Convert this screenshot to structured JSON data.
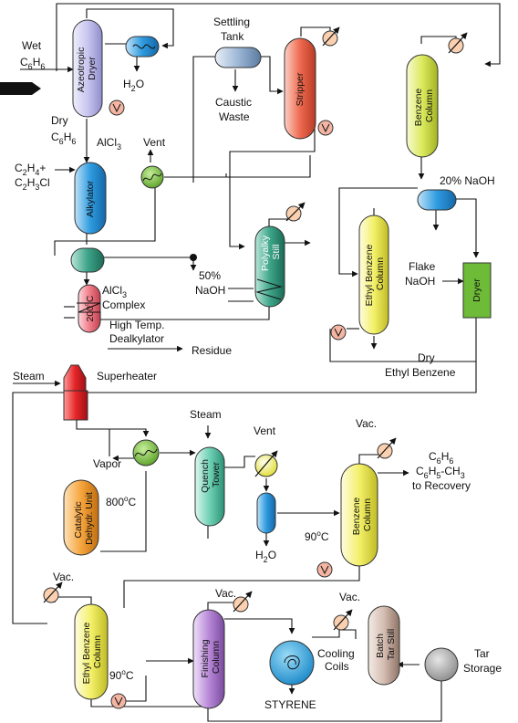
{
  "labels": {
    "wet": "Wet",
    "c6h6_a": "C",
    "sub6": "6",
    "h6": "H",
    "azeotropic_dryer": [
      "Azeotropic",
      "Dryer"
    ],
    "h2o_h": "H",
    "sub2": "2",
    "o": "O",
    "dry": "Dry",
    "alcl3": "AlCl",
    "sub3": "3",
    "settling_tank": [
      "Settling",
      "Tank"
    ],
    "caustic_waste": [
      "Caustic",
      "Waste"
    ],
    "stripper": "Stripper",
    "benzene_column": [
      "Benzene",
      "Column"
    ],
    "vent": "Vent",
    "c2h4_plus": "C",
    "c2h4_rest": "H",
    "sub4": "4",
    "plus": "+",
    "c2h3cl_rest": "Cl",
    "alkylator": "Alkylator",
    "naoh_20": "20% NaOH",
    "polyalky_still": [
      "Polyalky",
      "Still"
    ],
    "ethyl_benzene_column": [
      "Ethyl Benzene",
      "Column"
    ],
    "flake_naoh": [
      "Flake",
      "NaOH"
    ],
    "dryer": "Dryer",
    "naoh_50_pct": "50%",
    "naoh": "NaOH",
    "alcl3_complex_b": "Complex",
    "temp_200": "200",
    "deg_c": "C",
    "deg": "o",
    "high_temp": [
      "High Temp.",
      "Dealkylator"
    ],
    "residue": "Residue",
    "dry_ethyl_benzene": [
      "Dry",
      "Ethyl Benzene"
    ],
    "steam": "Steam",
    "superheater": "Superheater",
    "vapor": "Vapor",
    "catalytic_unit": [
      "Catalytic",
      "Dehydr. Unit"
    ],
    "temp_800": "800",
    "quench_tower": [
      "Quench",
      "Tower"
    ],
    "vac": "Vac.",
    "benzene_col2": [
      "Benzene",
      "Column"
    ],
    "c6h5ch3_c": "C",
    "sub5": "5",
    "ch3": "-CH",
    "to_recovery": "to Recovery",
    "temp_90": "90",
    "finishing_column": [
      "Finishing",
      "Column"
    ],
    "cooling_coils": [
      "Cooling",
      "Coils"
    ],
    "batch_tar_still": [
      "Batch",
      "Tar Still"
    ],
    "tar_storage": [
      "Tar",
      "Storage"
    ],
    "styrene": "STYRENE"
  },
  "colors": {
    "lavender": "#c9c6ef",
    "blue": "#2f9be0",
    "red_orange": "#ee6a50",
    "yellow_green": "#d8e85a",
    "yellow": "#f3f06a",
    "steel": "#9db7d6",
    "teal": "#3ea58a",
    "green": "#7ac142",
    "green_dryer": "#6dbb36",
    "pink": "#f07d8a",
    "red": "#e5262a",
    "orange": "#f6a43c",
    "mint": "#6fd0b4",
    "purple": "#b889d8",
    "brown": "#d4bcb0",
    "gray": "#a8a8a8",
    "cyan": "#2eaee6"
  }
}
